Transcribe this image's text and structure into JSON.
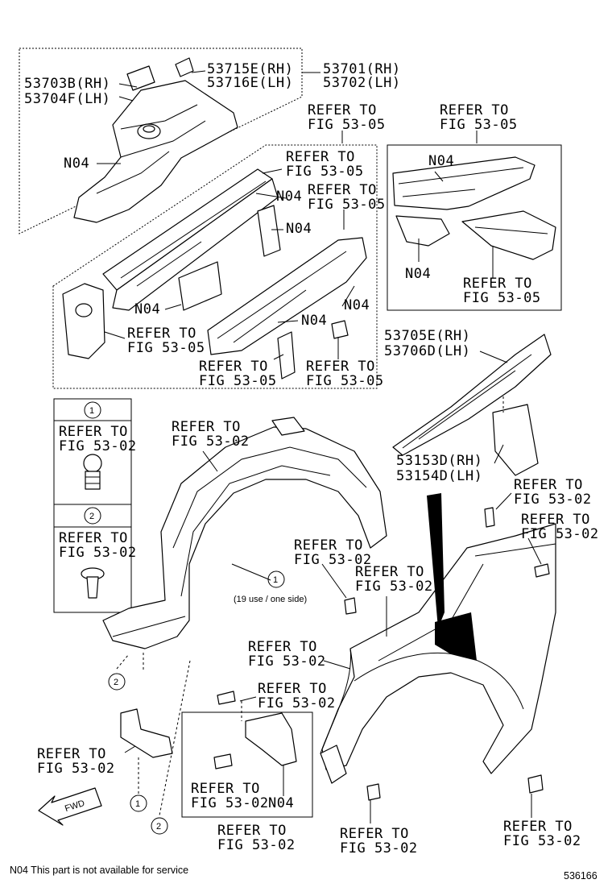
{
  "labels": {
    "p53703b": "53703B(RH)",
    "p53704f": "53704F(LH)",
    "p53715e": "53715E(RH)",
    "p53716e": "53716E(LH)",
    "p53701": "53701(RH)",
    "p53702": "53702(LH)",
    "p53705e": "53705E(RH)",
    "p53706d": "53706D(LH)",
    "p53153d": "53153D(RH)",
    "p53154d": "53154D(LH)",
    "n04": "N04",
    "refer_to": "REFER TO",
    "fig_53_05": "FIG 53-05",
    "fig_53_02": "FIG 53-02",
    "callout1": "1",
    "callout2": "2",
    "use_note": "(19 use / one side)",
    "fwd": "FWD"
  },
  "footer": {
    "note": "N04 This part is not available for service",
    "code": "536166"
  }
}
